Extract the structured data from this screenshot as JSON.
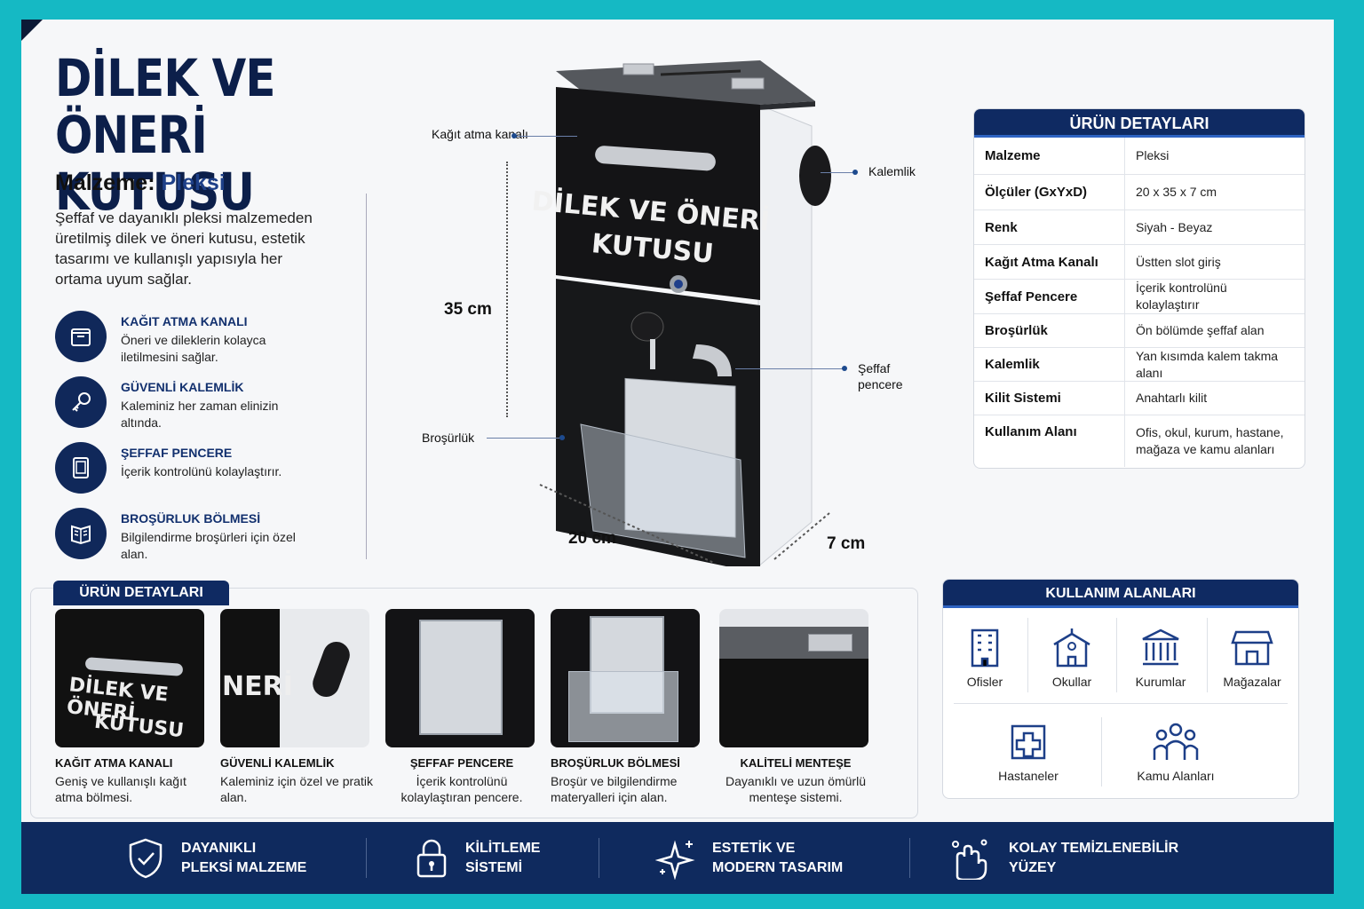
{
  "header": {
    "title_line1": "DİLEK VE ÖNERİ",
    "title_line2": "KUTUSU",
    "material_label": "Malzeme:",
    "material_value": "Pleksi",
    "description": "Şeffaf ve dayanıklı pleksi malzemeden üretilmiş dilek ve öneri kutusu, estetik tasarımı ve kullanışlı yapısıyla her ortama uyum sağlar."
  },
  "features": [
    {
      "title": "KAĞIT ATMA KANALI",
      "desc": "Öneri ve dileklerin kolayca iletilmesini sağlar.",
      "icon": "box-icon"
    },
    {
      "title": "GÜVENLİ KALEMLİK",
      "desc": "Kaleminiz her zaman elinizin altında.",
      "icon": "key-icon"
    },
    {
      "title": "ŞEFFAF PENCERE",
      "desc": "İçerik kontrolünü kolaylaştırır.",
      "icon": "window-icon"
    },
    {
      "title": "BROŞÜRLUK BÖLMESİ",
      "desc": "Bilgilendirme broşürleri için özel alan.",
      "icon": "brochure-icon"
    }
  ],
  "product": {
    "box_text_line1": "DİLEK VE ÖNERİ",
    "box_text_line2": "KUTUSU",
    "callouts": {
      "slot": "Kağıt atma kanalı",
      "pen": "Kalemlik",
      "window": "Şeffaf pencere",
      "brochure": "Broşürlük"
    },
    "dims": {
      "height": "35 cm",
      "width": "20 cm",
      "depth": "7 cm"
    }
  },
  "details": {
    "heading": "ÜRÜN DETAYLARI",
    "rows": [
      {
        "k": "Malzeme",
        "v": "Pleksi"
      },
      {
        "k": "Ölçüler (GxYxD)",
        "v": "20 x 35 x 7 cm"
      },
      {
        "k": "Renk",
        "v": "Siyah - Beyaz"
      },
      {
        "k": "Kağıt Atma Kanalı",
        "v": "Üstten slot giriş"
      },
      {
        "k": "Şeffaf Pencere",
        "v": "İçerik kontrolünü kolaylaştırır"
      },
      {
        "k": "Broşürlük",
        "v": "Ön bölümde şeffaf alan"
      },
      {
        "k": "Kalemlik",
        "v": "Yan kısımda kalem takma alanı"
      },
      {
        "k": "Kilit Sistemi",
        "v": "Anahtarlı kilit"
      },
      {
        "k": "Kullanım Alanı",
        "v": "Ofis, okul, kurum, hastane, mağaza ve kamu alanları"
      }
    ]
  },
  "gallery": {
    "heading": "ÜRÜN DETAYLARI",
    "items": [
      {
        "title": "KAĞIT ATMA KANALI",
        "desc": "Geniş ve kullanışlı kağıt atma bölmesi."
      },
      {
        "title": "GÜVENLİ KALEMLİK",
        "desc": "Kaleminiz için özel ve pratik alan."
      },
      {
        "title": "ŞEFFAF PENCERE",
        "desc": "İçerik kontrolünü kolaylaştıran pencere."
      },
      {
        "title": "BROŞÜRLUK BÖLMESİ",
        "desc": "Broşür ve bilgilendirme materyalleri için alan."
      },
      {
        "title": "KALİTELİ MENTEŞE",
        "desc": "Dayanıklı ve uzun ömürlü menteşe sistemi."
      }
    ],
    "photo_text_1": "DİLEK VE ÖNERİ",
    "photo_text_2": "KUTUSU",
    "photo_text_3": "NERİ"
  },
  "usage": {
    "heading": "KULLANIM ALANLARI",
    "items": [
      {
        "label": "Ofisler",
        "icon": "office-building-icon"
      },
      {
        "label": "Okullar",
        "icon": "school-icon"
      },
      {
        "label": "Kurumlar",
        "icon": "institution-icon"
      },
      {
        "label": "Mağazalar",
        "icon": "store-icon"
      },
      {
        "label": "Hastaneler",
        "icon": "hospital-icon"
      },
      {
        "label": "Kamu Alanları",
        "icon": "people-icon"
      }
    ]
  },
  "footer": [
    {
      "line1": "DAYANIKLI",
      "line2": "PLEKSİ MALZEME",
      "icon": "shield-check-icon"
    },
    {
      "line1": "KİLİTLEME",
      "line2": "SİSTEMİ",
      "icon": "padlock-icon"
    },
    {
      "line1": "ESTETİK VE",
      "line2": "MODERN TASARIM",
      "icon": "sparkle-icon"
    },
    {
      "line1": "KOLAY TEMİZLENEBİLİR",
      "line2": "YÜZEY",
      "icon": "clean-hands-icon"
    }
  ],
  "colors": {
    "navy": "#0f2a62",
    "accent": "#2e63c2",
    "frame": "#15b9c4"
  }
}
